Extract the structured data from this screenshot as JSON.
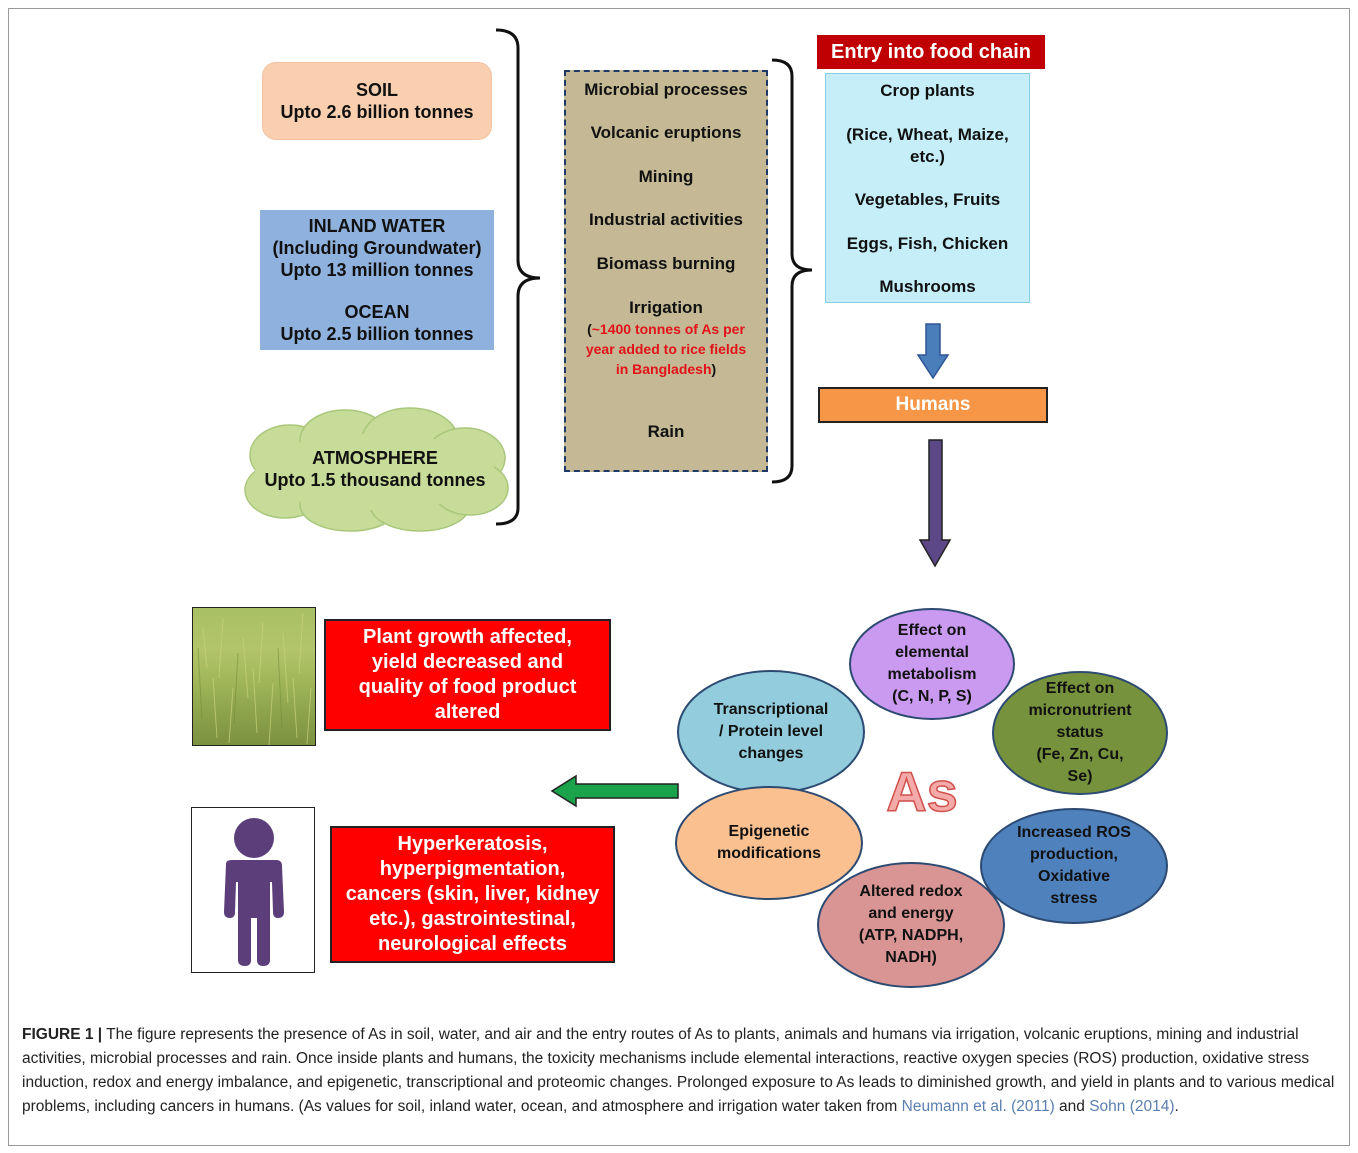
{
  "reservoirs": {
    "soil": {
      "name": "SOIL",
      "amount": "Upto 2.6 billion tonnes"
    },
    "inland_water": {
      "name": "INLAND WATER",
      "note": "(Including Groundwater)",
      "amount": "Upto 13 million tonnes"
    },
    "ocean": {
      "name": "OCEAN",
      "amount": "Upto 2.5 billion tonnes"
    },
    "atmosphere": {
      "name": "ATMOSPHERE",
      "amount": "Upto 1.5 thousand tonnes"
    }
  },
  "sources": {
    "items": [
      "Microbial processes",
      "Volcanic eruptions",
      "Mining",
      "Industrial activities",
      "Biomass burning",
      "Irrigation"
    ],
    "irrigation_note": {
      "open": "(",
      "line1": "~1400 tonnes of As per",
      "line2": "year added to rice fields",
      "line3": "in Bangladesh",
      "close": ")"
    },
    "rain": "Rain"
  },
  "food_chain": {
    "title": "Entry into food chain",
    "items": [
      "Crop plants",
      "(Rice, Wheat, Maize,",
      "etc.)",
      "Vegetables, Fruits",
      "Eggs, Fish, Chicken",
      "Mushrooms"
    ],
    "humans": "Humans"
  },
  "mechanisms": {
    "center": "As",
    "elemental": [
      "Effect on",
      "elemental",
      "metabolism",
      "(C, N, P, S)"
    ],
    "micronutrient": [
      "Effect on",
      "micronutrient",
      "status",
      "(Fe, Zn, Cu,",
      "Se)"
    ],
    "ros": [
      "Increased ROS",
      "production,",
      "Oxidative",
      "stress"
    ],
    "redox": [
      "Altered redox",
      "and energy",
      "(ATP, NADPH,",
      "NADH)"
    ],
    "epigenetic": [
      "Epigenetic",
      "modifications"
    ],
    "transcriptional": [
      "Transcriptional",
      "/ Protein level",
      "changes"
    ]
  },
  "effects": {
    "plant": [
      "Plant growth affected,",
      "yield decreased and",
      "quality of food product",
      "altered"
    ],
    "human": [
      "Hyperkeratosis,",
      "hyperpigmentation,",
      "cancers (skin, liver, kidney",
      "etc.), gastrointestinal,",
      "neurological effects"
    ]
  },
  "caption": {
    "label": "FIGURE 1 |",
    "text": " The figure represents the presence of As in soil, water, and air and the entry routes of As to plants, animals and humans via irrigation, volcanic eruptions, mining and industrial activities, microbial processes and rain. Once inside plants and humans, the toxicity mechanisms include elemental interactions, reactive oxygen species (ROS) production, oxidative stress induction, redox and energy imbalance, and epigenetic, transcriptional and proteomic changes. Prolonged exposure to As leads to diminished growth, and yield in plants and to various medical problems, including cancers in humans. (As values for soil, inland water, ocean, and atmosphere and irrigation water taken from ",
    "cite1": "Neumann et al. (2011)",
    "and": " and ",
    "cite2": "Sohn (2014)",
    "end": "."
  },
  "colors": {
    "soil": "#f9cfb0",
    "water": "#8fb1dd",
    "atmosphere": "#c6dc98",
    "sources": "#c4b994",
    "entry": "#c00000",
    "crops": "#c5eef8",
    "humans": "#f79646",
    "effect_box": "#ff0000",
    "As_text": "#f4aaa8",
    "arrow_blue": "#4a7ebb",
    "arrow_purple": "#5c4787",
    "arrow_green": "#1aa34a",
    "person": "#5b3e7a"
  }
}
